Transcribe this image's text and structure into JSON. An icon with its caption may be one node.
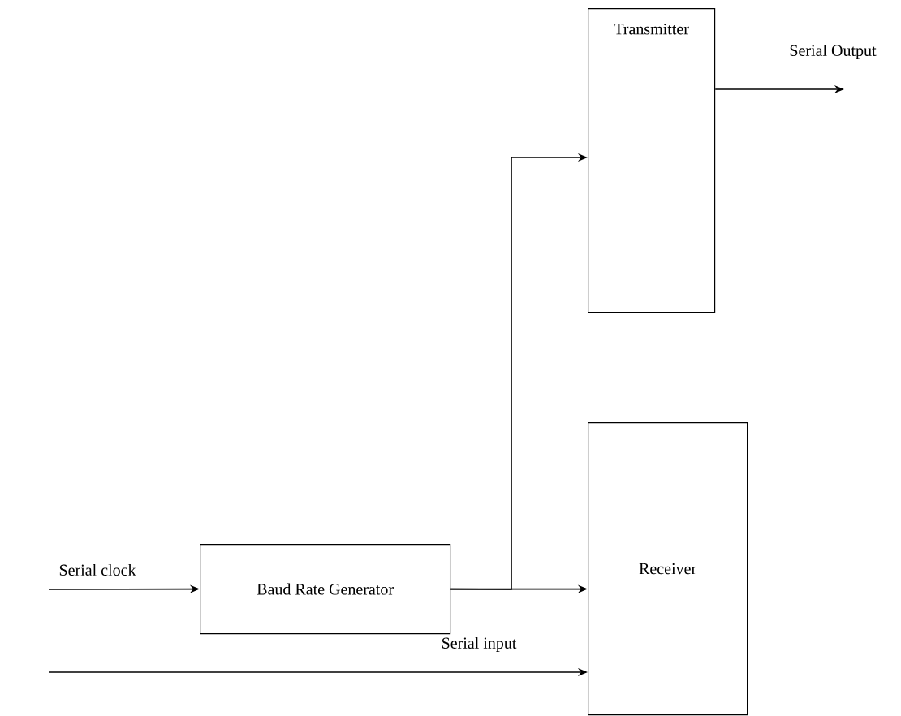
{
  "diagram": {
    "nodes": [
      {
        "text": [
          "Transmitter"
        ]
      },
      {
        "text": [
          "Receiver"
        ]
      },
      {
        "text": [
          "Baud Rate Generator"
        ]
      }
    ],
    "edges": [
      {
        "from": null,
        "to": 2,
        "arrow": "to",
        "label": "Serial clock"
      },
      {
        "from": 2,
        "to": 0,
        "arrow": "to"
      },
      {
        "from": 2,
        "to": 1,
        "arrow": "to"
      },
      {
        "from": null,
        "to": 1,
        "arrow": "to",
        "label": "Serial input"
      },
      {
        "from": 0,
        "to": null,
        "arrow": "to",
        "label": "Serial Output"
      }
    ]
  }
}
